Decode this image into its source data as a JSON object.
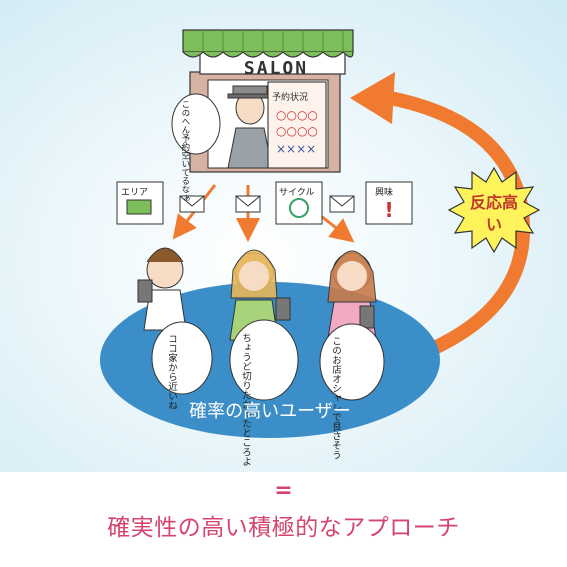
{
  "shop_sign": "SALON",
  "bubble_shop": "このへん予約空いてるなぁ",
  "board": {
    "title": "予約状況",
    "row1": "○○○○",
    "row2": "○○○○",
    "row3": "××××"
  },
  "tags": {
    "area": "エリア",
    "cycle": "サイクル",
    "interest": "興味"
  },
  "reaction": "反応高い",
  "bubbles": {
    "left": "ココ家から近いね",
    "middle": "ちょうど切りたかったところよ",
    "right": "このお店オシャレで良さそう"
  },
  "ellipse_label": "確率の高いユーザー",
  "equals": "=",
  "caption": "確実性の高い積極的なアプローチ",
  "colors": {
    "orange": "#f07a2f",
    "ellipse": "#3b8ec7",
    "caption": "#d4446e"
  }
}
